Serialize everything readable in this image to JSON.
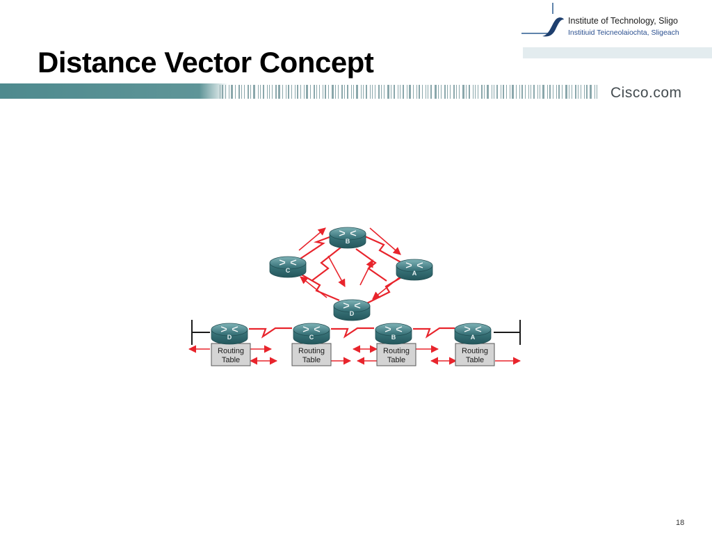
{
  "slide": {
    "title": "Distance Vector Concept",
    "page_number": "18"
  },
  "logo": {
    "line1": "Institute of Technology, Sligo",
    "line2": "Institiuid Teicneolaiochta, Sligeach"
  },
  "header": {
    "brand": "Cisco.com"
  },
  "colors": {
    "header_teal": "#4e8a8e",
    "router_body": "#3f7c82",
    "link_red": "#e8242c",
    "routing_table_fill": "#d4d4d4"
  },
  "diagram": {
    "routers": [
      {
        "id": "router-b-top",
        "label": "B",
        "icon": "router-icon"
      },
      {
        "id": "router-c-top",
        "label": "C",
        "icon": "router-icon"
      },
      {
        "id": "router-a-top",
        "label": "A",
        "icon": "router-icon"
      },
      {
        "id": "router-d-top",
        "label": "D",
        "icon": "router-icon"
      },
      {
        "id": "router-d-bottom",
        "label": "D",
        "icon": "router-icon"
      },
      {
        "id": "router-c-bottom",
        "label": "C",
        "icon": "router-icon"
      },
      {
        "id": "router-b-bottom",
        "label": "B",
        "icon": "router-icon"
      },
      {
        "id": "router-a-bottom",
        "label": "A",
        "icon": "router-icon"
      }
    ],
    "routing_tables": [
      {
        "line1": "Routing",
        "line2": "Table"
      },
      {
        "line1": "Routing",
        "line2": "Table"
      },
      {
        "line1": "Routing",
        "line2": "Table"
      },
      {
        "line1": "Routing",
        "line2": "Table"
      }
    ]
  }
}
